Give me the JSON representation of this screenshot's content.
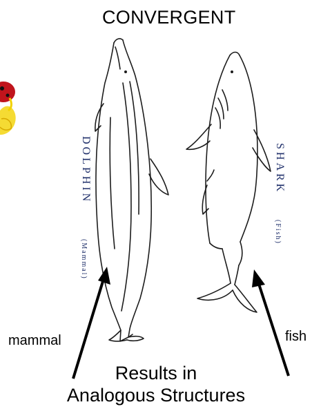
{
  "title": "CONVERGENT",
  "dolphin": {
    "name": "DOLPHIN",
    "class": "(Mammal)"
  },
  "shark": {
    "name": "SHARK",
    "class": "(Fish)"
  },
  "labels": {
    "left": "mammal",
    "right": "fish"
  },
  "caption": {
    "line1": "Results in",
    "line2": "Analogous Structures"
  },
  "colors": {
    "text": "#000000",
    "outline": "#1c1c1c",
    "vertical_text": "#1f2f6a",
    "ladybug": "#c0141c",
    "flower": "#f2d200"
  }
}
